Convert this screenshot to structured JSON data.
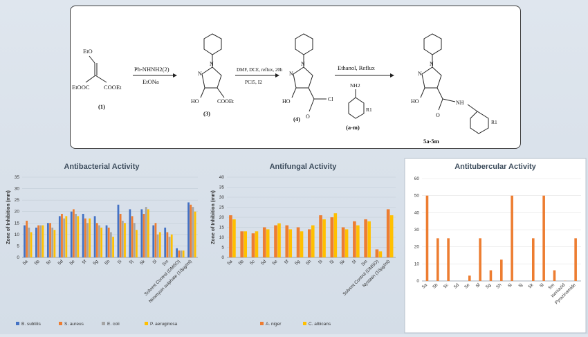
{
  "scheme": {
    "compounds": {
      "c1_label": "(1)",
      "c1_sub_top": "EtO",
      "c1_sub_left": "EtOOC",
      "c1_sub_right": "COOEt",
      "c3_label": "(3)",
      "c3_ho": "HO",
      "c3_ester": "COOEt",
      "c4_label": "(4)",
      "c4_ho": "HO",
      "c4_cl": "Cl",
      "c4_o": "O",
      "amine_label": "(a-m)",
      "amine_nh2": "NH2",
      "amine_r": "R1",
      "prod_label": "5a-5m",
      "prod_ho": "HO",
      "prod_nh": "NH",
      "prod_o": "O",
      "prod_r": "R1",
      "n_label": "N"
    },
    "reagents": {
      "step1_top": "Ph-NHNH2(2)",
      "step1_bottom": "EtONa",
      "step2_top": "DMF, DCE, reflux, 20h",
      "step2_bottom": "PCl5, I2",
      "step3_top": "Ethanol, Reflux"
    }
  },
  "colors": {
    "blue": "#4472c4",
    "orange": "#ed7d31",
    "gray": "#a5a5a5",
    "yellow": "#ffc000"
  },
  "chart_data": [
    {
      "type": "bar",
      "title": "Antibacterial Activity",
      "ylabel": "Zone of Inhibition (mm)",
      "ylim": [
        0,
        35
      ],
      "yticks": [
        0,
        5,
        10,
        15,
        20,
        25,
        30,
        35
      ],
      "categories": [
        "5a",
        "5b",
        "5c",
        "5d",
        "5e",
        "5f",
        "5g",
        "5h",
        "5i",
        "5j",
        "5k",
        "5l",
        "5m",
        "Solvent Control (DMSO)",
        "Neomycin sulphate (10µg/ml)"
      ],
      "series": [
        {
          "name": "B. subtilis",
          "color": "#4472c4",
          "values": [
            14,
            13,
            15,
            18,
            20,
            19,
            18,
            14,
            23,
            21,
            21,
            14,
            13,
            4,
            24
          ]
        },
        {
          "name": "S. aureus",
          "color": "#ed7d31",
          "values": [
            16,
            14,
            15,
            19,
            21,
            17,
            15,
            13,
            19,
            18,
            19,
            15,
            11,
            3,
            23
          ]
        },
        {
          "name": "E. coli",
          "color": "#a5a5a5",
          "values": [
            13,
            14,
            13,
            17,
            19,
            15,
            14,
            11,
            16,
            15,
            22,
            10,
            9,
            3,
            22
          ]
        },
        {
          "name": "P. aeruginosa",
          "color": "#ffc000",
          "values": [
            11,
            14,
            12,
            18,
            18,
            17,
            13,
            9,
            15,
            12,
            21,
            11,
            10,
            3,
            20
          ]
        }
      ]
    },
    {
      "type": "bar",
      "title": "Antifungal Activity",
      "ylabel": "Zone of Inhibition (mm)",
      "ylim": [
        0,
        40
      ],
      "yticks": [
        0,
        5,
        10,
        15,
        20,
        25,
        30,
        35,
        40
      ],
      "categories": [
        "5a",
        "5b",
        "5c",
        "5d",
        "5e",
        "5f",
        "5g",
        "5h",
        "5i",
        "5j",
        "5k",
        "5l",
        "5m",
        "Solvent Control (DMSO)",
        "Nystatin (10µg/ml)"
      ],
      "series": [
        {
          "name": "A. niger",
          "color": "#ed7d31",
          "values": [
            21,
            13,
            12,
            15,
            16,
            16,
            15,
            14,
            21,
            20,
            15,
            18,
            19,
            4,
            24
          ]
        },
        {
          "name": "C. albicans",
          "color": "#ffc000",
          "values": [
            19,
            13,
            13,
            14,
            17,
            14,
            13,
            16,
            19,
            22,
            14,
            16,
            18,
            3,
            21
          ]
        }
      ]
    },
    {
      "type": "bar",
      "title": "Antitubercular Activity",
      "ylim": [
        0,
        60
      ],
      "yticks": [
        0,
        10,
        20,
        30,
        40,
        50,
        60
      ],
      "categories": [
        "5a",
        "5b",
        "5c",
        "5d",
        "5e",
        "5f",
        "5g",
        "5h",
        "5i",
        "5j",
        "5k",
        "5l",
        "5m",
        "Isoniazid",
        "Pyrazinamide"
      ],
      "series": [
        {
          "color": "#ed7d31",
          "values": [
            50,
            25,
            25,
            0,
            3.12,
            25,
            6.25,
            12.5,
            50,
            0,
            25,
            50,
            6.25,
            0.1,
            25
          ]
        }
      ]
    }
  ]
}
